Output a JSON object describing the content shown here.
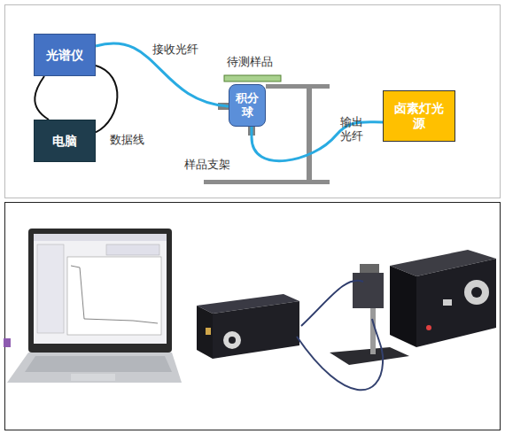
{
  "diagram": {
    "nodes": [
      {
        "text": [
          "光谱仪"
        ]
      },
      {
        "text": [
          "电脑"
        ]
      },
      {
        "text": [
          "积分球"
        ]
      },
      {
        "text": [
          "卤素灯光源"
        ]
      }
    ],
    "edges": [
      {
        "from": 0,
        "to": 1,
        "label": "数据线",
        "arrow": "none"
      },
      {
        "from": 0,
        "to": 2,
        "label": "接收光纤",
        "arrow": "none"
      },
      {
        "from": 2,
        "to": 3,
        "label": "输出 光纤",
        "arrow": "none"
      }
    ],
    "labels": [
      "待测样品",
      "样品支架"
    ]
  }
}
